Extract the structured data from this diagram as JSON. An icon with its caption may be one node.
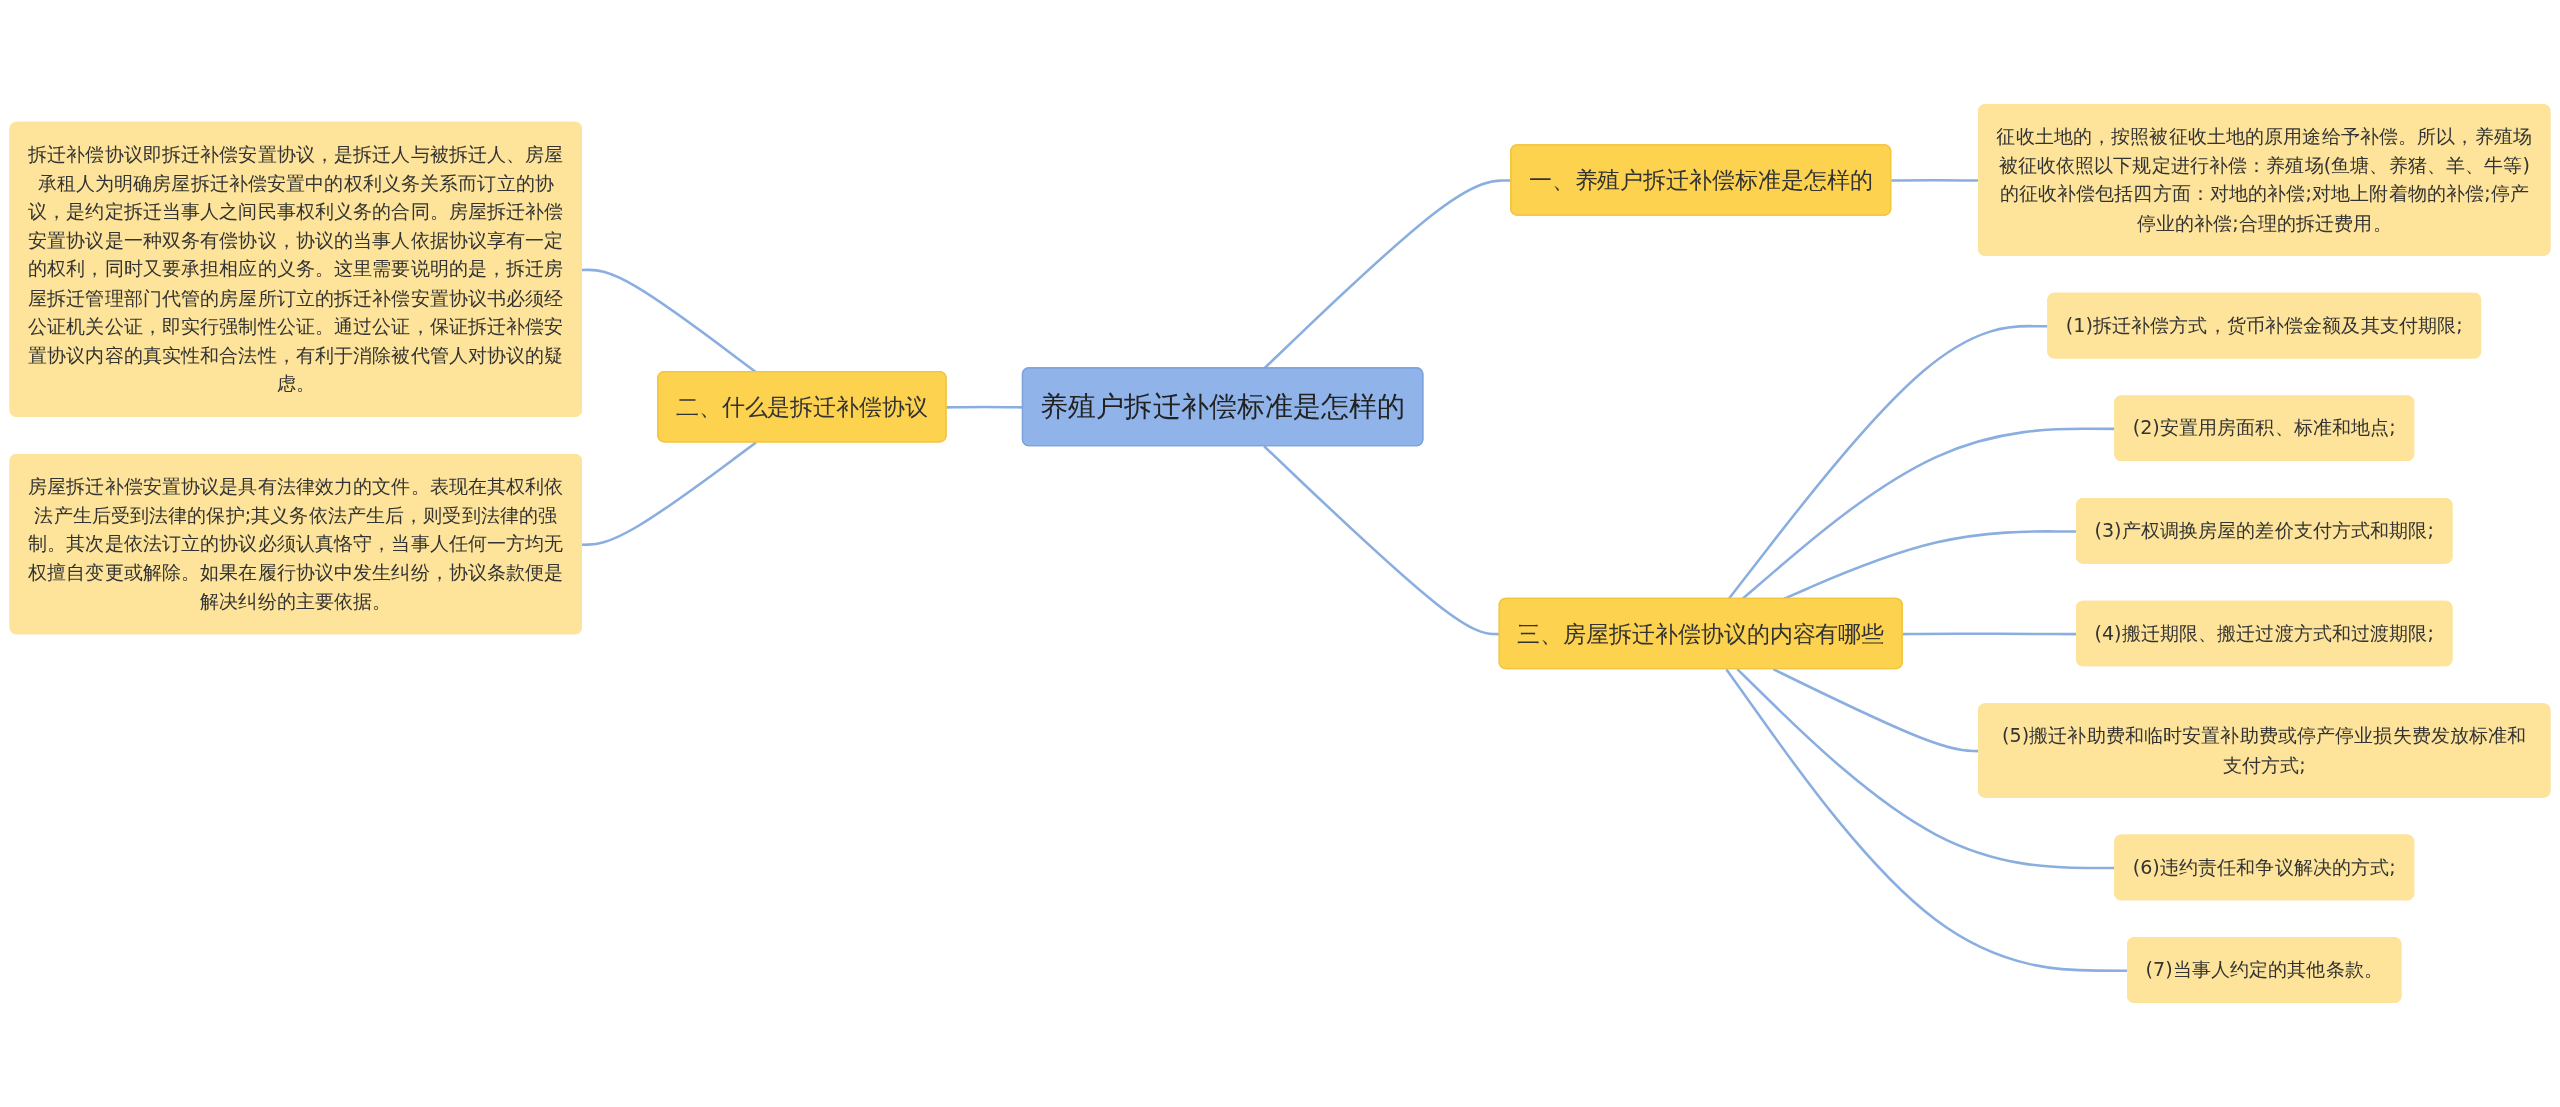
{
  "diagram": {
    "nodes": [
      {
        "text": [
          "养殖户拆迁补偿标准是怎样的"
        ]
      },
      {
        "text": [
          "一、养殖户拆迁补偿标准是怎样的"
        ]
      },
      {
        "text": [
          "征收土地的，按照被征收土地的原用途给予补偿。所以，养殖场被征收依照以下规定进行补偿：养殖场(鱼塘、养猪、羊、牛等)的征收补偿包括四方面：对地的补偿;对地上附着物的补偿;停产停业的补偿;合理的拆迁费用。"
        ]
      },
      {
        "text": [
          "二、什么是拆迁补偿协议"
        ]
      },
      {
        "text": [
          "拆迁补偿协议即拆迁补偿安置协议，是拆迁人与被拆迁人、房屋承租人为明确房屋拆迁补偿安置中的权利义务关系而订立的协议，是约定拆迁当事人之间民事权利义务的合同。房屋拆迁补偿安置协议是一种双务有偿协议，协议的当事人依据协议享有一定的权利，同时又要承担相应的义务。这里需要说明的是，拆迁房屋拆迁管理部门代管的房屋所订立的拆迁补偿安置协议书必须经公证机关公证，即实行强制性公证。通过公证，保证拆迁补偿安置协议内容的真实性和合法性，有利于消除被代管人对协议的疑虑。"
        ]
      },
      {
        "text": [
          "房屋拆迁补偿安置协议是具有法律效力的文件。表现在其权利依法产生后受到法律的保护;其义务依法产生后，则受到法律的强制。其次是依法订立的协议必须认真恪守，当事人任何一方均无权擅自变更或解除。如果在履行协议中发生纠纷，协议条款便是解决纠纷的主要依据。"
        ]
      },
      {
        "text": [
          "三、房屋拆迁补偿协议的内容有哪些"
        ]
      },
      {
        "text": [
          "(1)拆迁补偿方式，货币补偿金额及其支付期限;"
        ]
      },
      {
        "text": [
          "(2)安置用房面积、标准和地点;"
        ]
      },
      {
        "text": [
          "(3)产权调换房屋的差价支付方式和期限;"
        ]
      },
      {
        "text": [
          "(4)搬迁期限、搬迁过渡方式和过渡期限;"
        ]
      },
      {
        "text": [
          "(5)搬迁补助费和临时安置补助费或停产停业损失费发放标准和支付方式;"
        ]
      },
      {
        "text": [
          "(6)违约责任和争议解决的方式;"
        ]
      },
      {
        "text": [
          "(7)当事人约定的其他条款。"
        ]
      }
    ],
    "edges": [
      {
        "from": 0,
        "to": 1,
        "arrow": "none"
      },
      {
        "from": 1,
        "to": 2,
        "arrow": "none"
      },
      {
        "from": 0,
        "to": 3,
        "arrow": "none"
      },
      {
        "from": 3,
        "to": 4,
        "arrow": "none"
      },
      {
        "from": 3,
        "to": 5,
        "arrow": "none"
      },
      {
        "from": 0,
        "to": 6,
        "arrow": "none"
      },
      {
        "from": 6,
        "to": 7,
        "arrow": "none"
      },
      {
        "from": 6,
        "to": 8,
        "arrow": "none"
      },
      {
        "from": 6,
        "to": 9,
        "arrow": "none"
      },
      {
        "from": 6,
        "to": 10,
        "arrow": "none"
      },
      {
        "from": 6,
        "to": 11,
        "arrow": "none"
      },
      {
        "from": 6,
        "to": 12,
        "arrow": "none"
      },
      {
        "from": 6,
        "to": 13,
        "arrow": "none"
      }
    ]
  }
}
